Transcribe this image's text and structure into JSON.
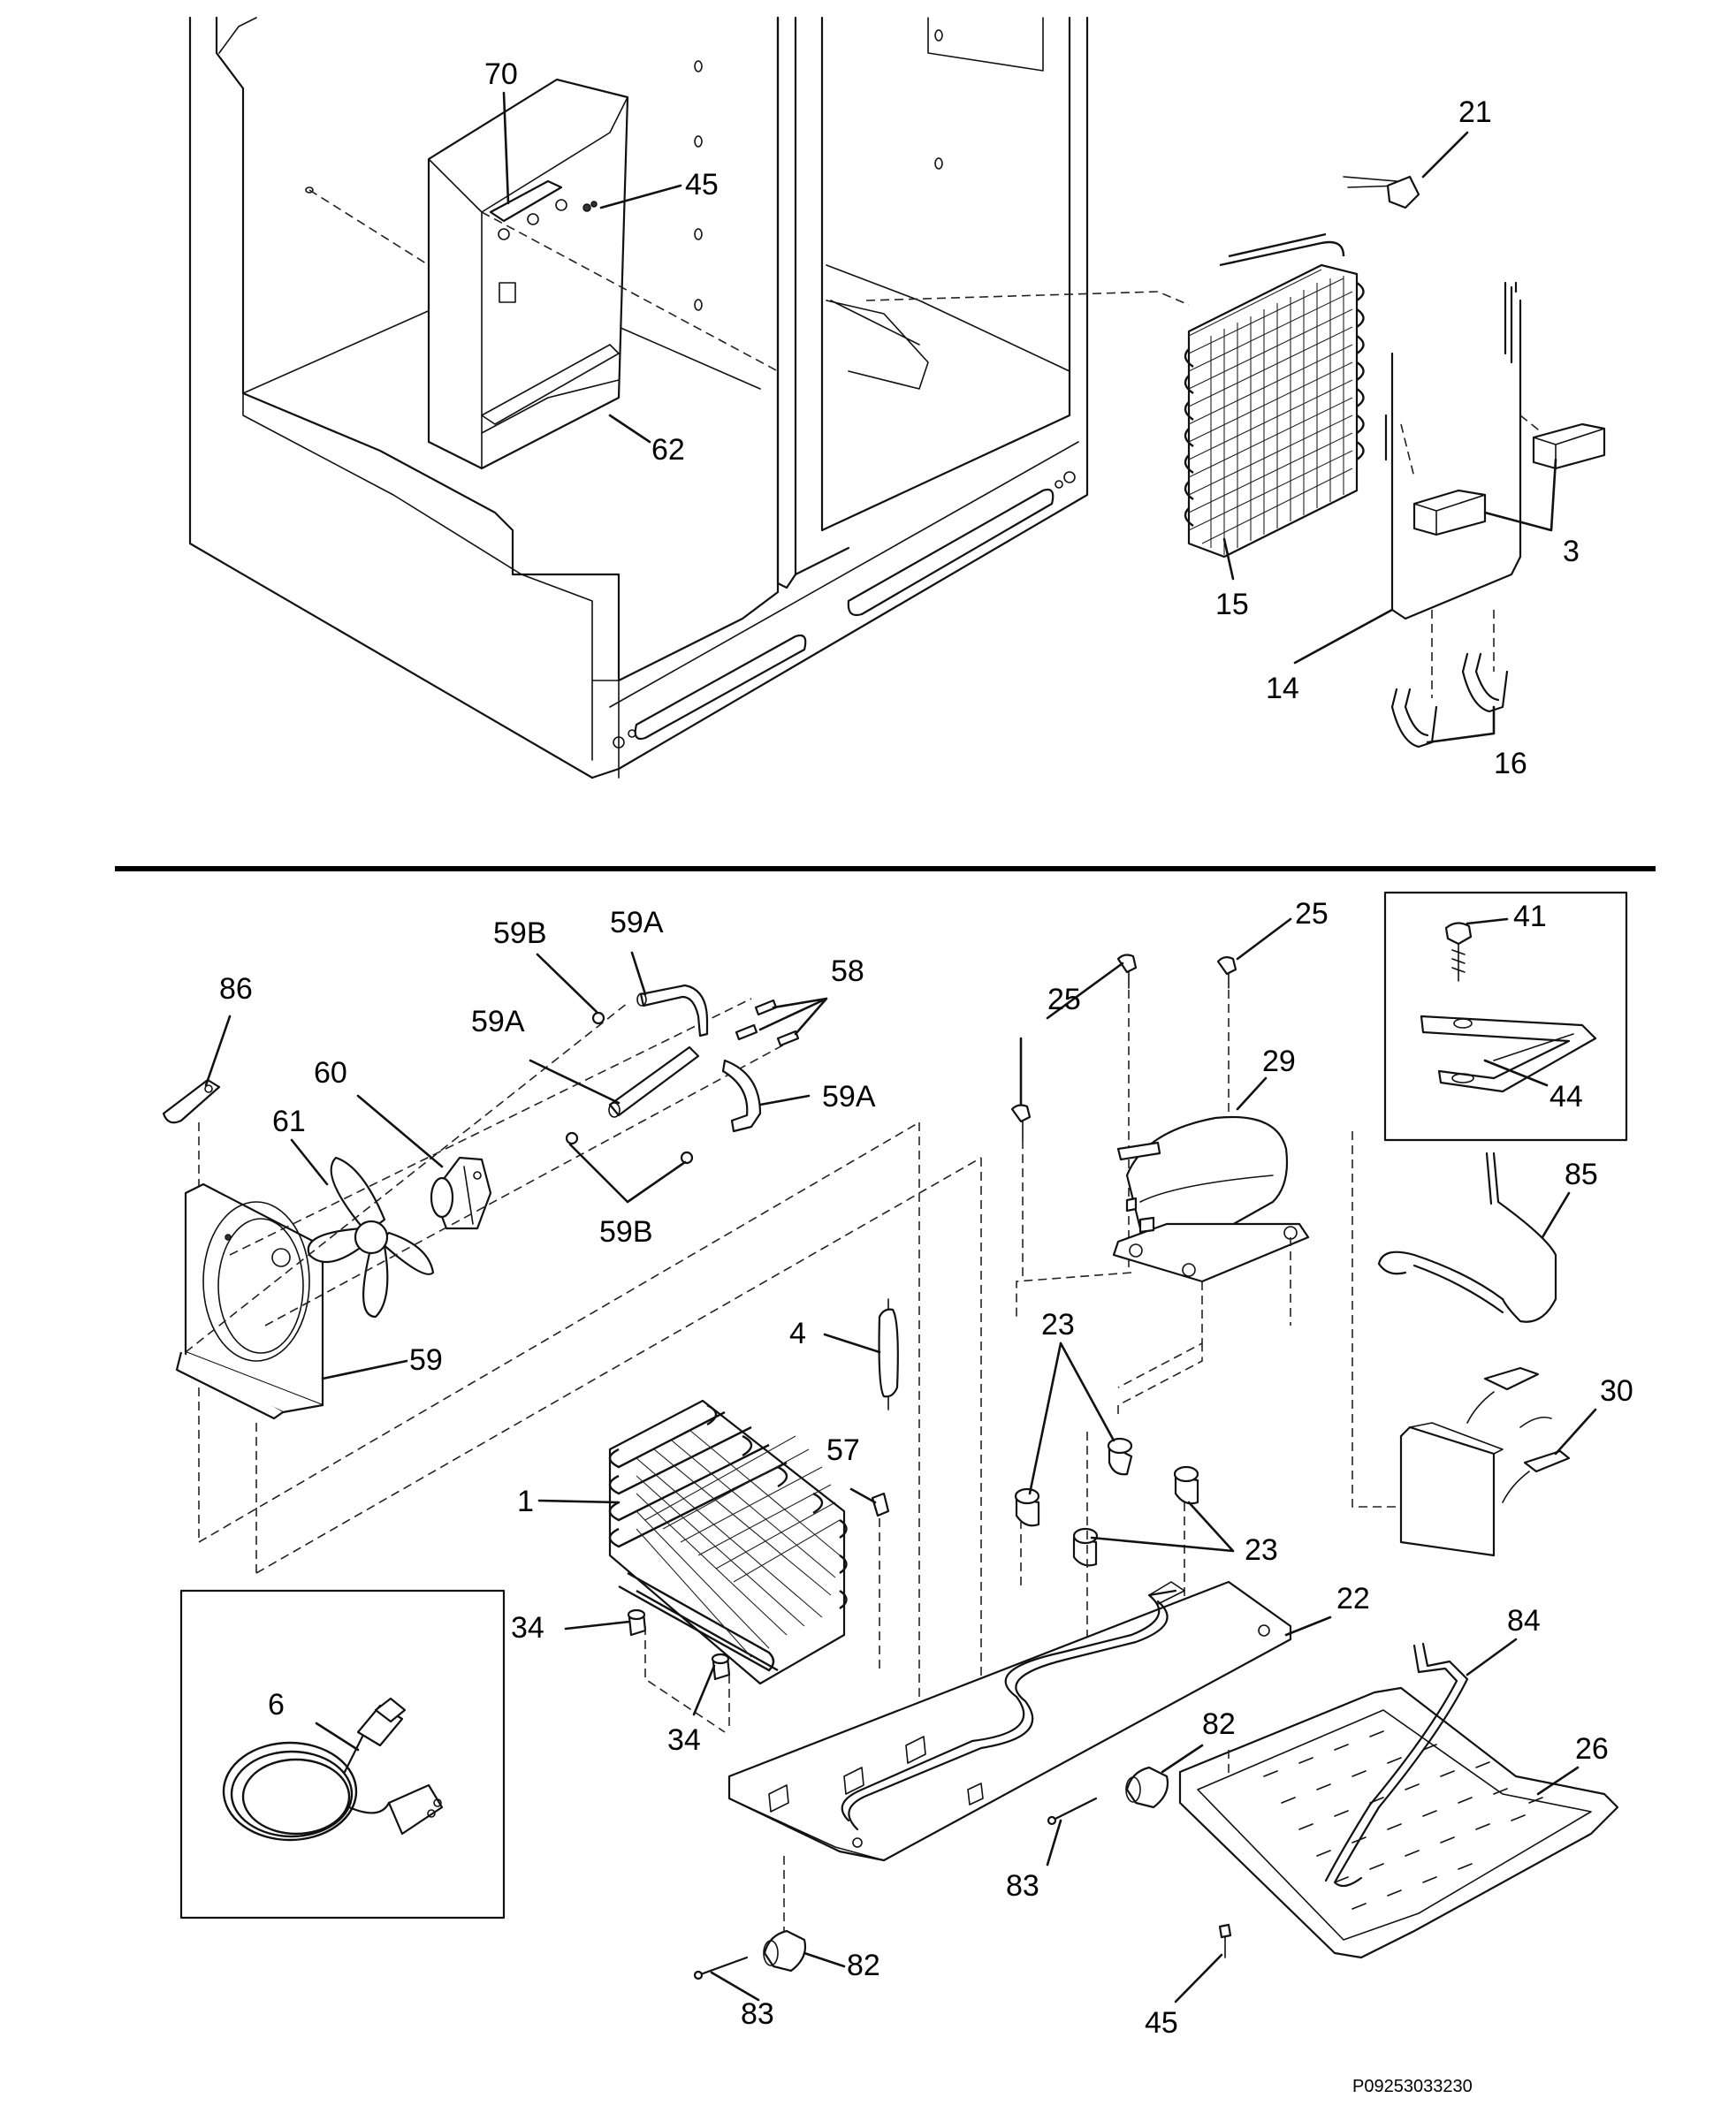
{
  "callouts": {
    "c70": "70",
    "c45a": "45",
    "c62": "62",
    "c21": "21",
    "c15": "15",
    "c3": "3",
    "c14": "14",
    "c16": "16",
    "c86": "86",
    "c59B_top": "59B",
    "c59A_top": "59A",
    "c58": "58",
    "c59A_mid": "59A",
    "c59A_right": "59A",
    "c60": "60",
    "c61": "61",
    "c59B_bot": "59B",
    "c59": "59",
    "c25_top": "25",
    "c25_mid": "25",
    "c25_left": "25",
    "c29": "29",
    "c41": "41",
    "c44": "44",
    "c85": "85",
    "c4": "4",
    "c23_top": "23",
    "c23_bot": "23",
    "c30": "30",
    "c1": "1",
    "c57": "57",
    "c22": "22",
    "c34_top": "34",
    "c34_bot": "34",
    "c84": "84",
    "c6": "6",
    "c82_right": "82",
    "c26": "26",
    "c83_mid": "83",
    "c82_bot": "82",
    "c45_bot": "45",
    "c83_bot": "83"
  },
  "drawing_code": "P09253033230"
}
